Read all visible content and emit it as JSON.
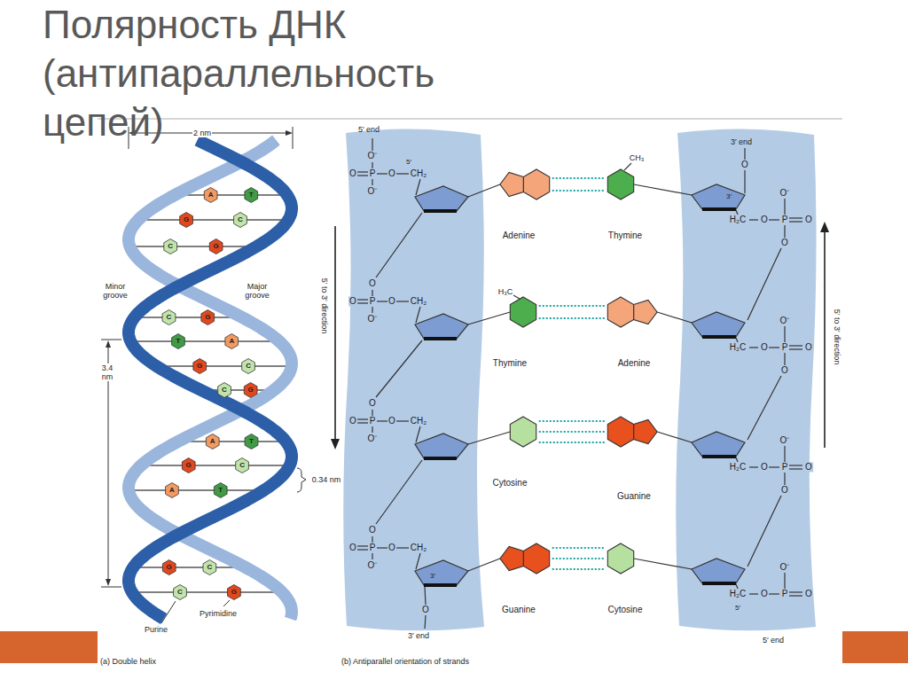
{
  "diagram": {
    "title": "Полярность ДНК (антипараллельность цепей)",
    "labels": [
      "2 nm",
      "Minor groove",
      "Major groove",
      "3.4 nm",
      "0.34 nm",
      "Purine",
      "Pyrimidine",
      "(a) Double helix",
      "(b) Antiparallel orientation of strands",
      "5′ end",
      "3′ end",
      "5′ to 3′ direction",
      "5′ to 3′ direction",
      "3′ end",
      "5′ end",
      "Adenine",
      "Thymine",
      "Thymine",
      "Adenine",
      "Cytosine",
      "Guanine",
      "Guanine",
      "Cytosine",
      "CH₃",
      "H₃C",
      "T",
      "A",
      "C",
      "G",
      "G",
      "C",
      "C",
      "G",
      "T",
      "A",
      "G",
      "C",
      "C",
      "G",
      "T",
      "A",
      "C",
      "G",
      "T",
      "A",
      "G",
      "C",
      "C",
      "G",
      "O⁻",
      "O",
      "P",
      "O",
      "O⁻",
      "CH₂",
      "O",
      "O",
      "P",
      "O",
      "O⁻",
      "CH₂",
      "O",
      "O",
      "P",
      "O",
      "O⁻",
      "CH₂",
      "O",
      "O",
      "P",
      "O",
      "O⁻",
      "CH₂",
      "O⁻",
      "H₂C",
      "O",
      "P",
      "O",
      "O",
      "O⁻",
      "H₂C",
      "O",
      "P",
      "O",
      "O",
      "O⁻",
      "H₂C",
      "O",
      "P",
      "O",
      "O",
      "O⁻",
      "H₂C",
      "O",
      "P",
      "O",
      "5′",
      "O",
      "3′",
      "3′",
      "O",
      "5′"
    ]
  }
}
